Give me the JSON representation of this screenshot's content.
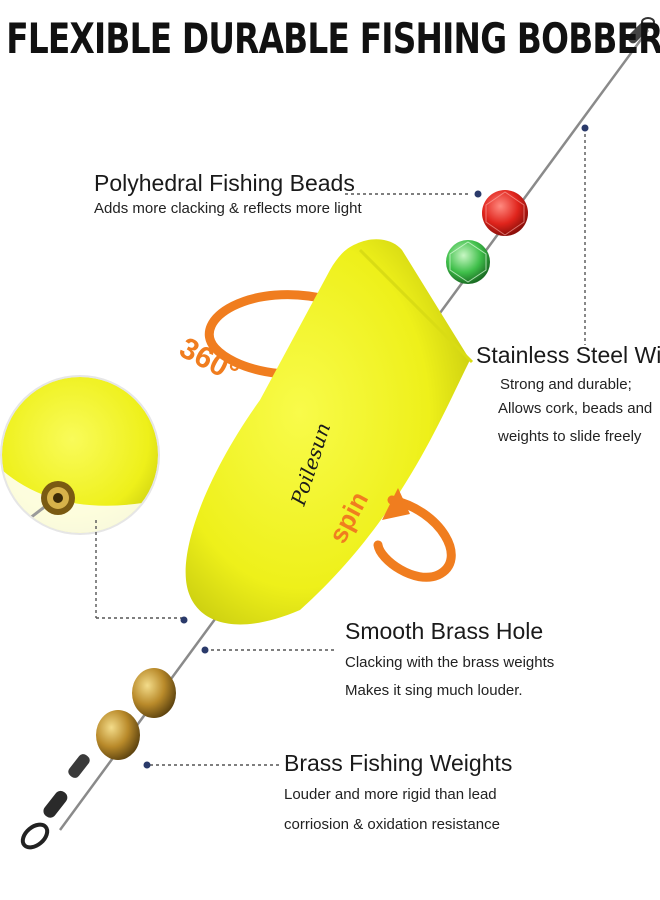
{
  "headline": "FLEXIBLE DURABLE FISHING BOBBERS",
  "brand": "Poilesun",
  "rotation_label": "360°",
  "spin_label": "spin",
  "callouts": {
    "beads": {
      "title": "Polyhedral Fishing Beads",
      "desc1": "Adds more clacking & reflects more light"
    },
    "wire": {
      "title": "Stainless Steel Wire",
      "desc1": "Strong and durable;",
      "desc2": "Allows cork, beads and",
      "desc3": "weights to slide freely"
    },
    "hole": {
      "title": "Smooth Brass Hole",
      "desc1": "Clacking with the brass weights",
      "desc2": "Makes it sing much louder."
    },
    "weights": {
      "title": "Brass Fishing Weights",
      "desc1": "Louder and more rigid than lead",
      "desc2": "corriosion & oxidation resistance"
    }
  },
  "colors": {
    "bobber": "#f2f520",
    "accent": "#f07d1f",
    "bead_red": "#e0241c",
    "bead_green": "#3fbf4a",
    "brass": "#b98a2a"
  }
}
